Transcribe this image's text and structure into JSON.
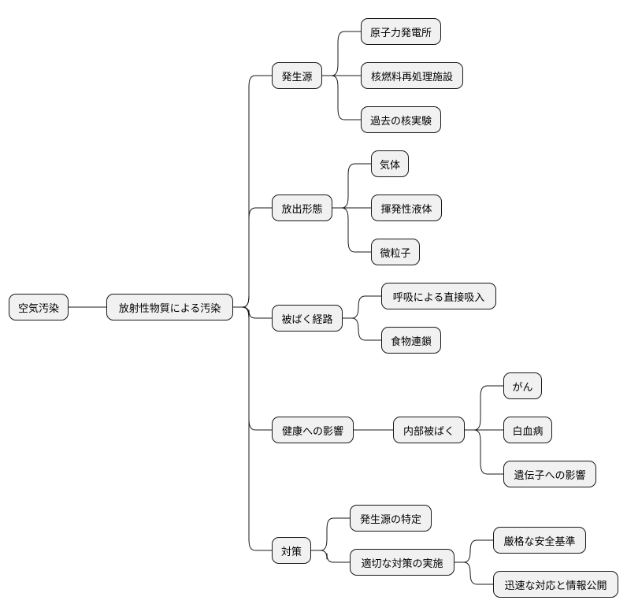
{
  "mindmap": {
    "label": "空気汚染",
    "children": [
      {
        "label": "放射性物質による汚染",
        "children": [
          {
            "label": "発生源",
            "children": [
              {
                "label": "原子力発電所"
              },
              {
                "label": "核燃料再処理施設"
              },
              {
                "label": "過去の核実験"
              }
            ]
          },
          {
            "label": "放出形態",
            "children": [
              {
                "label": "気体"
              },
              {
                "label": "揮発性液体"
              },
              {
                "label": "微粒子"
              }
            ]
          },
          {
            "label": "被ばく経路",
            "children": [
              {
                "label": "呼吸による直接吸入"
              },
              {
                "label": "食物連鎖"
              }
            ]
          },
          {
            "label": "健康への影響",
            "children": [
              {
                "label": "内部被ばく",
                "children": [
                  {
                    "label": "がん"
                  },
                  {
                    "label": "白血病"
                  },
                  {
                    "label": "遺伝子への影響"
                  }
                ]
              }
            ]
          },
          {
            "label": "対策",
            "children": [
              {
                "label": "発生源の特定"
              },
              {
                "label": "適切な対策の実施",
                "children": [
                  {
                    "label": "厳格な安全基準"
                  },
                  {
                    "label": "迅速な対応と情報公開"
                  }
                ]
              }
            ]
          }
        ]
      }
    ]
  }
}
